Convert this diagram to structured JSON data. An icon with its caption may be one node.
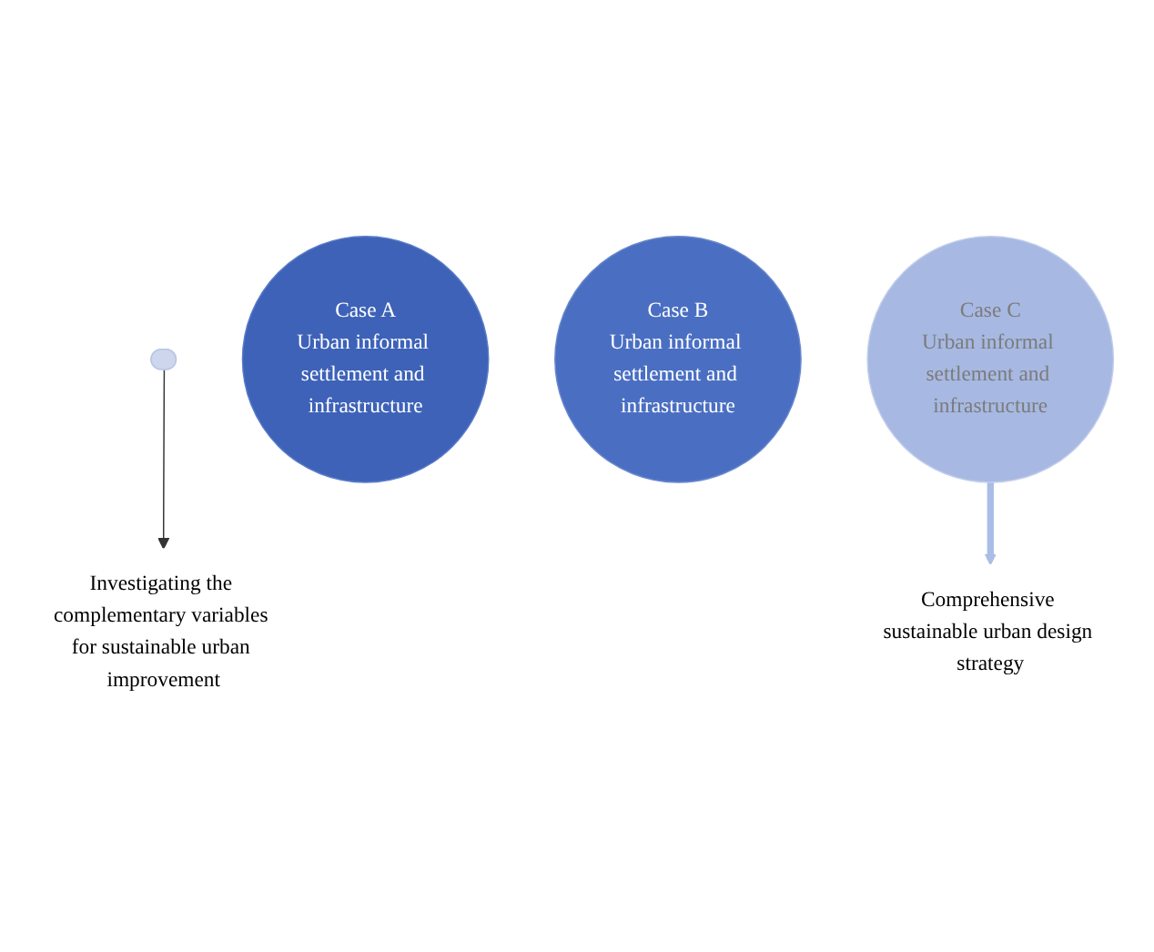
{
  "diagram": {
    "nodes": [
      {
        "text": [],
        "shape": "ellipse"
      },
      {
        "text": [
          "Case A",
          "Urban informal settlement and infrastructure"
        ]
      },
      {
        "text": [
          "Case B",
          "Urban informal settlement and infrastructure"
        ]
      },
      {
        "text": [
          "Investigating the complementary variables for sustainable urban improvement"
        ]
      },
      {
        "text": [
          "Case C",
          "Urban informal settlement and infrastructure"
        ]
      },
      {
        "text": [
          "Comprehensive sustainable urban design strategy"
        ]
      }
    ],
    "edges": [
      {
        "from": 0,
        "to": 3,
        "arrow": "to"
      },
      {
        "from": 4,
        "to": 5,
        "arrow": "to",
        "style": "thick",
        "color": "#a9bde6"
      }
    ]
  }
}
